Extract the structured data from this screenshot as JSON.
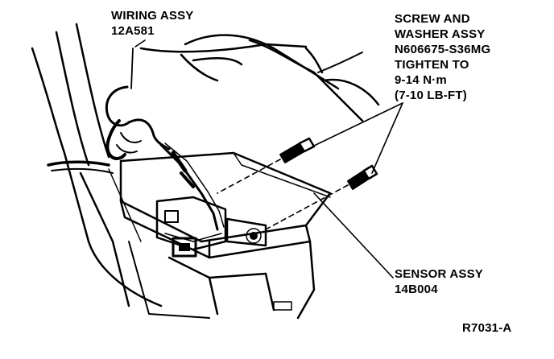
{
  "callouts": {
    "wiring": {
      "name": "WIRING ASSY",
      "part_number": "12A581"
    },
    "screw": {
      "name_line1": "SCREW AND",
      "name_line2": "WASHER ASSY",
      "part_number": "N606675-S36MG",
      "torque_line1": "TIGHTEN TO",
      "torque_line2": "9-14 N·m",
      "torque_line3": "(7-10 LB-FT)"
    },
    "sensor": {
      "name": "SENSOR ASSY",
      "part_number": "14B004"
    }
  },
  "figure_id": "R7031-A",
  "colors": {
    "ink": "#000000",
    "paper": "#ffffff"
  }
}
